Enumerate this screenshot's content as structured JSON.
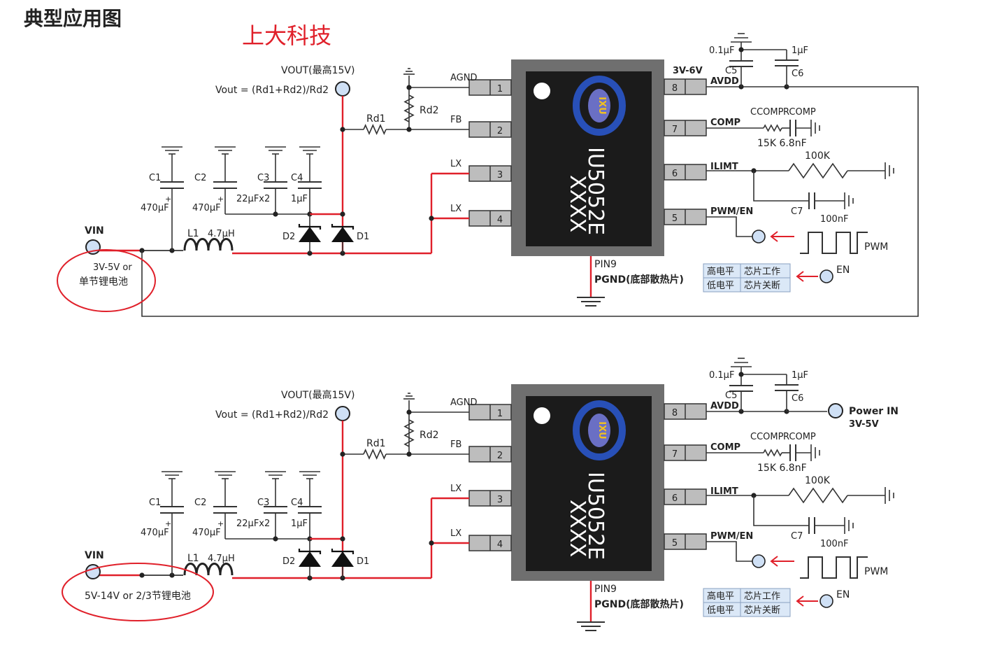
{
  "page_title": "典型应用图",
  "brand": "上大科技",
  "circuits": [
    {
      "vout_label": "VOUT(最高15V)",
      "vout_formula": "Vout = (Rd1+Rd2)/Rd2",
      "vin_label": "VIN",
      "vin_note_line1": "3V-5V or",
      "vin_note_line2": "单节锂电池",
      "power_in": "",
      "power_in_range": "",
      "chip_part": "IU5052E",
      "chip_code": "XXXX",
      "logo_text": "IXU",
      "avdd_range": "3V-6V"
    },
    {
      "vout_label": "VOUT(最高15V)",
      "vout_formula": "Vout = (Rd1+Rd2)/Rd2",
      "vin_label": "VIN",
      "vin_note_line1": "5V-14V or 2/3节锂电池",
      "vin_note_line2": "",
      "power_in": "Power IN",
      "power_in_range": "3V-5V",
      "chip_part": "IU5052E",
      "chip_code": "XXXX",
      "logo_text": "IXU",
      "avdd_range": ""
    }
  ],
  "labels": {
    "pins_left": [
      "AGND",
      "FB",
      "LX",
      "LX"
    ],
    "pins_right": [
      "AVDD",
      "COMP",
      "ILIMT",
      "PWM/EN"
    ],
    "pin_nums_left": [
      "1",
      "2",
      "3",
      "4"
    ],
    "pin_nums_right": [
      "8",
      "7",
      "6",
      "5"
    ],
    "pin9": "PIN9",
    "pgnd": "PGND(底部散热片)",
    "c1": "C1",
    "c1_val": "470μF",
    "c2": "C2",
    "c2_val": "470μF",
    "c3": "C3",
    "c3_val": "22μFx2",
    "c4": "C4",
    "c4_val": "1μF",
    "l1": "L1",
    "l1_val": "4.7μH",
    "d1": "D1",
    "d2": "D2",
    "rd1": "Rd1",
    "rd2": "Rd2",
    "c5_val": "0.1μF",
    "c5": "C5",
    "c6_val": "1μF",
    "c6": "C6",
    "ccomp": "CCOMP",
    "rcomp": "RCOMP",
    "comp_vals": "15K 6.8nF",
    "r_ilimt": "100K",
    "c7": "C7",
    "c7_val": "100nF",
    "pwm": "PWM",
    "en": "EN",
    "table": [
      [
        "高电平",
        "芯片工作"
      ],
      [
        "低电平",
        "芯片关断"
      ]
    ]
  },
  "colors": {
    "wire": "#333333",
    "power_wire": "#e0202a",
    "chip_body": "#1b1b1b",
    "chip_frame": "#8a8a8a",
    "pin_fill": "#bdbdbd",
    "terminal_fill": "#cfe0f5",
    "table_fill": "#dbe8f7",
    "annotation": "#e0202a",
    "logo_blue": "#1e3a8a"
  }
}
